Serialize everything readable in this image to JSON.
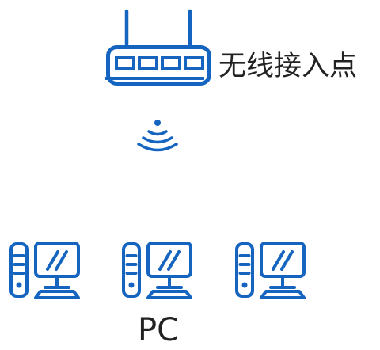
{
  "diagram": {
    "access_point": {
      "label": "无线接入点",
      "icon": "wireless-router-icon"
    },
    "signal": {
      "icon": "wifi-signal-icon"
    },
    "clients": {
      "label": "PC",
      "icon": "desktop-computer-icon",
      "count": 3
    }
  },
  "colors": {
    "accent": "#1565c0",
    "text": "#222222",
    "background": "#ffffff"
  }
}
